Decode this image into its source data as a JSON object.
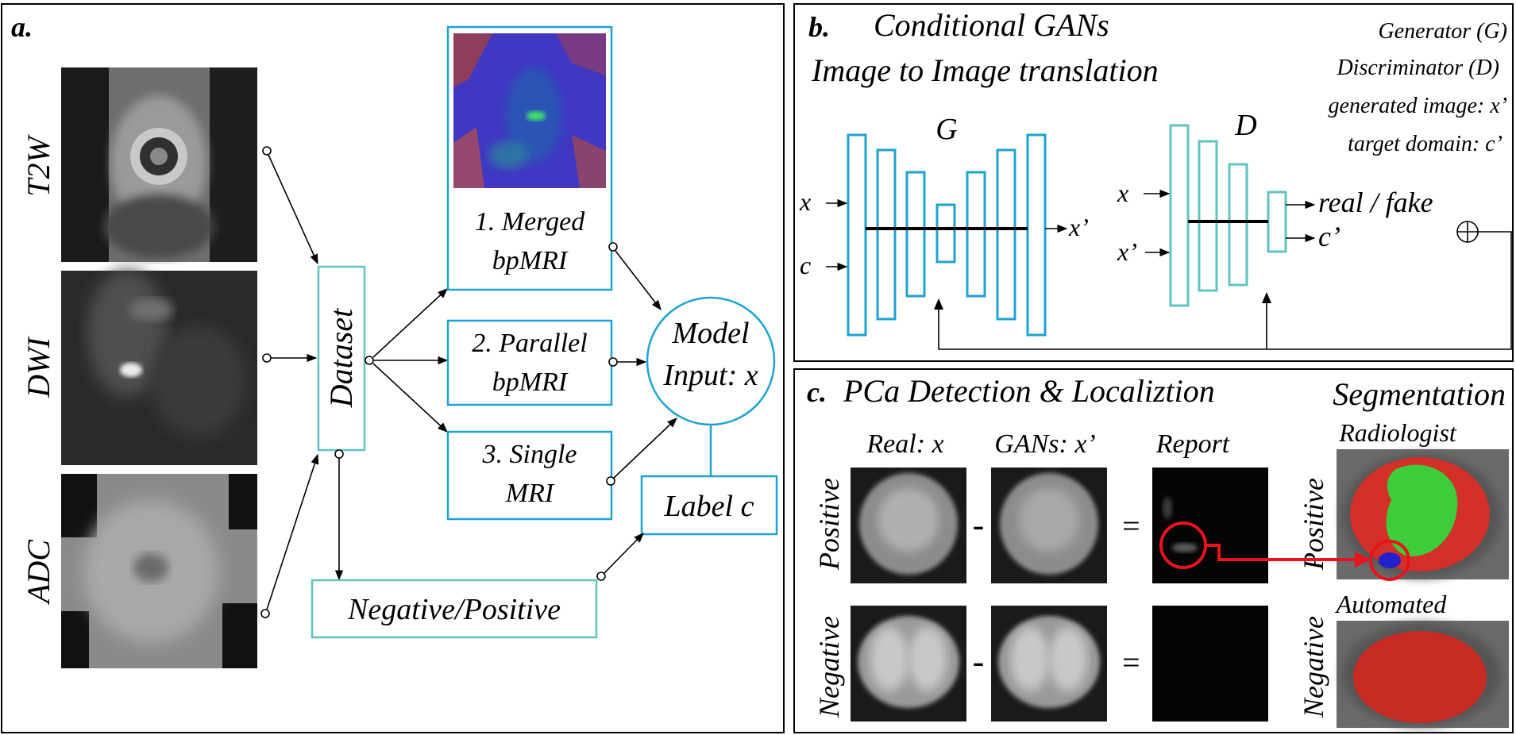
{
  "panel_a": {
    "label": "a.",
    "modalities": [
      "T2W",
      "DWI",
      "ADC"
    ],
    "dataset": "Dataset",
    "inputs": [
      "1. Merged",
      "bpMRI",
      "2. Parallel",
      "bpMRI",
      "3. Single",
      "MRI"
    ],
    "model": [
      "Model",
      "Input: x"
    ],
    "label_c": "Label c",
    "neg_pos": "Negative/Positive"
  },
  "panel_b": {
    "label": "b.",
    "title1": "Conditional GANs",
    "title2": "Image to Image translation",
    "legend": [
      "Generator (G)",
      "Discriminator (D)",
      "generated image: x’",
      "target domain: c’"
    ],
    "G": "G",
    "D": "D",
    "x": "x",
    "c": "c",
    "x_out": "x’",
    "x_in_d": "x",
    "x_prime_in_d": "x’",
    "real_fake": "real / fake",
    "c_out": "c’"
  },
  "panel_c": {
    "label": "c.",
    "title": "PCa Detection & Localiztion",
    "seg_title": "Segmentation",
    "col_real": "Real: x",
    "col_gans": "GANs: x’",
    "col_report": "Report",
    "row_pos": "Positive",
    "row_neg": "Negative",
    "minus": "-",
    "equals": "=",
    "radiologist": "Radiologist",
    "automated": "Automated"
  },
  "colors": {
    "blue": "#1ca3d0",
    "teal": "#5fc4bd",
    "red": "#e8131b"
  }
}
